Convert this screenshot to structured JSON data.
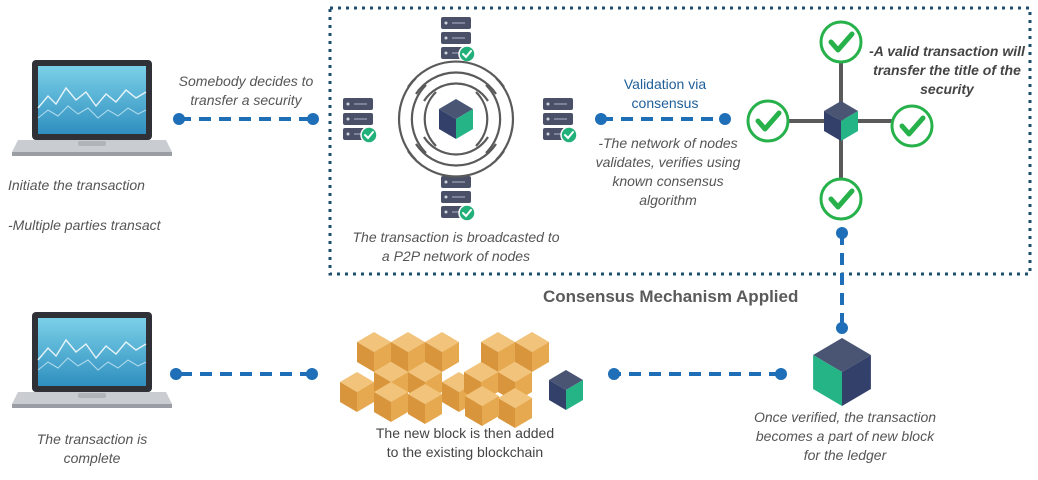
{
  "labels": {
    "initiate": "Initiate the transaction",
    "parties": "-Multiple parties transact",
    "somebody": "Somebody decides to\ntransfer a security",
    "broadcast": "The transaction is broadcasted to\na P2P network of nodes",
    "validation": "Validation via\nconsensus",
    "network": "-The network of nodes\nvalidates, verifies using\nknown consensus\nalgorithm",
    "valid": "-A valid transaction will\ntransfer the title of the\nsecurity",
    "consensus_title": "Consensus Mechanism Applied",
    "complete": "The transaction is\ncomplete",
    "new_block": "The new block is then added\nto the existing blockchain",
    "verified": "Once verified, the transaction\nbecomes a part of new block\nfor the ledger"
  },
  "colors": {
    "connector": "#1f6fb8",
    "dotted_box": "#1d4e6e",
    "server_body": "#4a5068",
    "server_check": "#22b07a",
    "cube_top": "#4a5574",
    "cube_left": "#33406a",
    "cube_right": "#25b486",
    "block_gold": "#e6a94f",
    "check_green": "#27b14b"
  },
  "icons": [
    "laptop-icon",
    "server-icon",
    "broadcast-ring-icon",
    "blockchain-cube-icon",
    "checkmark-icon",
    "gold-block-stack-icon"
  ]
}
